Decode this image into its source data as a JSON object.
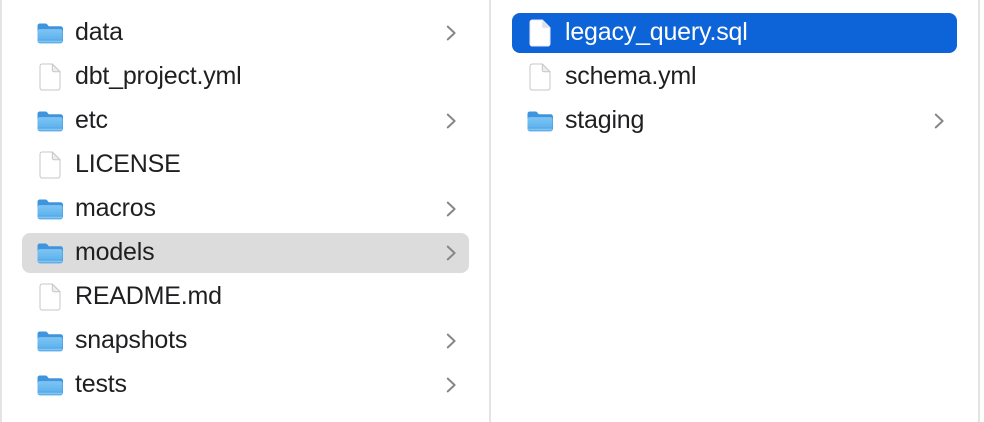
{
  "view": "file-browser-column-view",
  "columns": [
    {
      "id": "left",
      "items": [
        {
          "label": "data",
          "type": "folder",
          "chevron": true,
          "selected": false
        },
        {
          "label": "dbt_project.yml",
          "type": "file",
          "chevron": false,
          "selected": false
        },
        {
          "label": "etc",
          "type": "folder",
          "chevron": true,
          "selected": false
        },
        {
          "label": "LICENSE",
          "type": "file",
          "chevron": false,
          "selected": false
        },
        {
          "label": "macros",
          "type": "folder",
          "chevron": true,
          "selected": false
        },
        {
          "label": "models",
          "type": "folder",
          "chevron": true,
          "selected": true,
          "selection_style": "inactive"
        },
        {
          "label": "README.md",
          "type": "file",
          "chevron": false,
          "selected": false
        },
        {
          "label": "snapshots",
          "type": "folder",
          "chevron": true,
          "selected": false
        },
        {
          "label": "tests",
          "type": "folder",
          "chevron": true,
          "selected": false
        }
      ]
    },
    {
      "id": "right",
      "items": [
        {
          "label": "legacy_query.sql",
          "type": "file",
          "chevron": false,
          "selected": true,
          "selection_style": "active"
        },
        {
          "label": "schema.yml",
          "type": "file",
          "chevron": false,
          "selected": false
        },
        {
          "label": "staging",
          "type": "folder",
          "chevron": true,
          "selected": false
        }
      ]
    }
  ],
  "icons": {
    "folder": "folder-icon",
    "file": "document-icon",
    "disclosure": "chevron-right-icon"
  },
  "colors": {
    "selection_active": "#0d63d8",
    "selection_inactive": "#dcdcdc",
    "divider": "#e4e4e4",
    "text": "#1f1f21",
    "text_selected": "#ffffff",
    "chevron": "#878787",
    "background": "#ffffff"
  }
}
